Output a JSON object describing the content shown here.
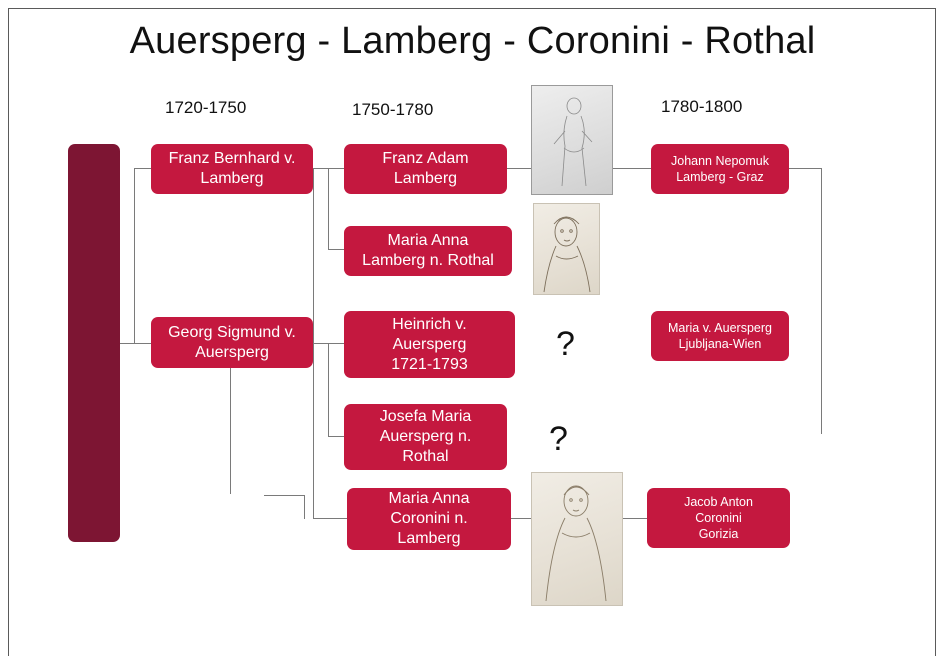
{
  "title": "Auersperg - Lamberg - Coronini - Rothal",
  "eras": [
    "1720-1750",
    "1750-1780",
    "1780-1800"
  ],
  "nodes": {
    "franz_bernhard": "Franz Bernhard v.\nLamberg",
    "georg_sigmund": "Georg Sigmund v.\nAuersperg",
    "franz_adam": "Franz Adam\nLamberg",
    "maria_anna_lamberg": "Maria Anna\nLamberg n. Rothal",
    "heinrich": "Heinrich v.\nAuersperg\n1721-1793",
    "josefa_maria": "Josefa Maria\nAuersperg n.\nRothal",
    "maria_anna_coronini": "Maria Anna\nCoronini n.\nLamberg",
    "johann_nepomuk": "Johann Nepomuk\nLamberg - Graz",
    "maria_auersperg": "Maria v. Auersperg\nLjubljana-Wien",
    "jacob_anton": "Jacob Anton\nCoronini\nGorizia"
  },
  "question_marks": [
    "?",
    "?"
  ],
  "colors": {
    "node": "#c4183f",
    "bar": "#7d1533",
    "line": "#7a7a7a"
  }
}
